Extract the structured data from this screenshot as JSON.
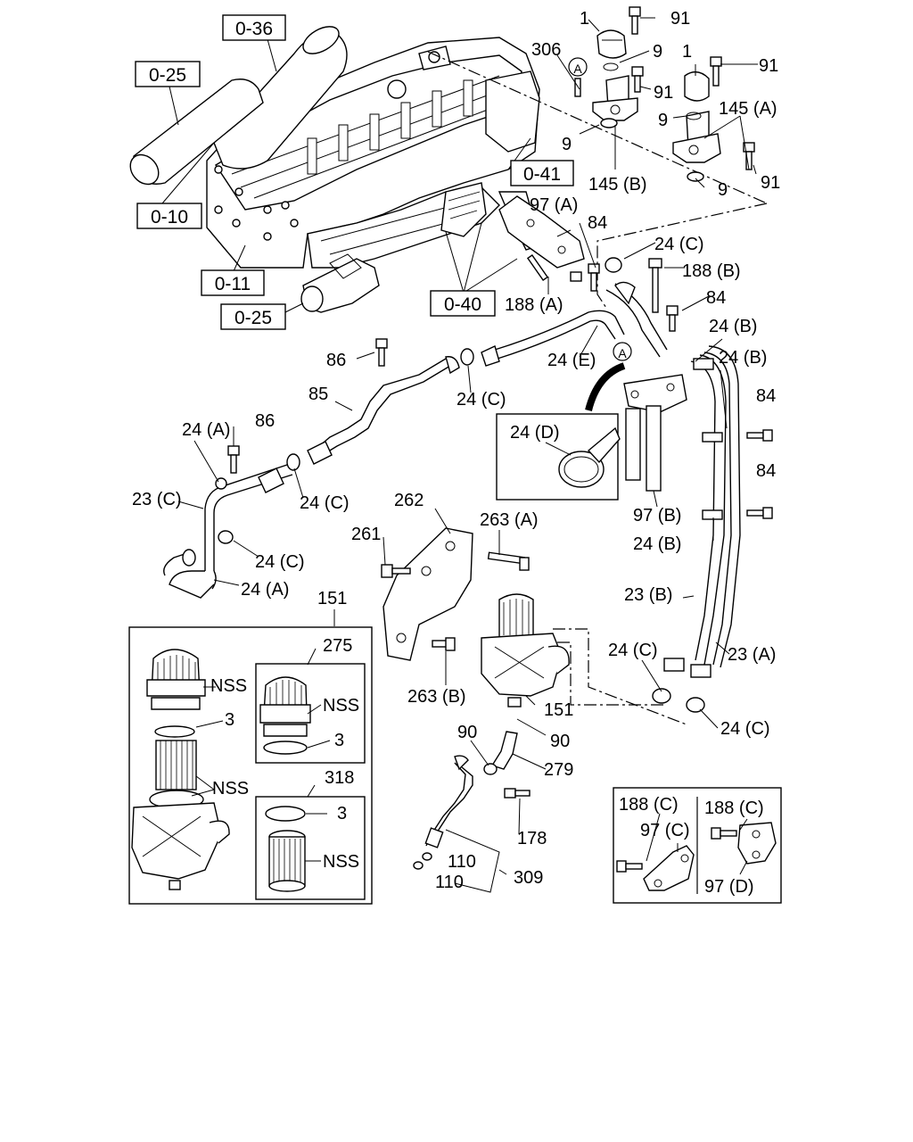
{
  "refs": {
    "r036": "0-36",
    "r025a": "0-25",
    "r010": "0-10",
    "r011": "0-11",
    "r025b": "0-25",
    "r041": "0-41",
    "r040": "0-40"
  },
  "labels": {
    "l1a": "1",
    "l91a": "91",
    "l306": "306",
    "lAa": "A",
    "l9a": "9",
    "l91b": "91",
    "l1b": "1",
    "l91c": "91",
    "l145A": "145 (A)",
    "l9b": "9",
    "l9c": "9",
    "l145B": "145 (B)",
    "l9d": "9",
    "l91d": "91",
    "l97A": "97 (A)",
    "l84a": "84",
    "l24Ca": "24 (C)",
    "l188Ba": "188 (B)",
    "l84b": "84",
    "l188Aa": "188 (A)",
    "l24B1": "24 (B)",
    "l24E": "24 (E)",
    "lAb": "A",
    "l24B2": "24 (B)",
    "l86a": "86",
    "l24Cb": "24 (C)",
    "l84c": "84",
    "l85": "85",
    "l24D": "24 (D)",
    "l24A1": "24 (A)",
    "l86b": "86",
    "l84d": "84",
    "l23C": "23 (C)",
    "l24Cc": "24 (C)",
    "l97B": "97 (B)",
    "l24B3": "24 (B)",
    "l262": "262",
    "l263A": "263 (A)",
    "l261": "261",
    "l24Cd": "24 (C)",
    "l24A2": "24 (A)",
    "l23B": "23 (B)",
    "l151a": "151",
    "l275": "275",
    "lNSS1": "NSS",
    "lNSS2": "NSS",
    "l3a": "3",
    "l3b": "3",
    "lNSS3": "NSS",
    "l263B": "263 (B)",
    "l151b": "151",
    "l24Ce": "24 (C)",
    "l23A": "23 (A)",
    "l24Cf": "24 (C)",
    "l90a": "90",
    "l90b": "90",
    "l279": "279",
    "l318": "318",
    "l3c": "3",
    "lNSS4": "NSS",
    "l178": "178",
    "l110a": "110",
    "l110b": "110",
    "l309": "309",
    "l188Cb": "188 (C)",
    "l97C": "97 (C)",
    "l188Cc": "188 (C)",
    "l97D": "97 (D)"
  }
}
